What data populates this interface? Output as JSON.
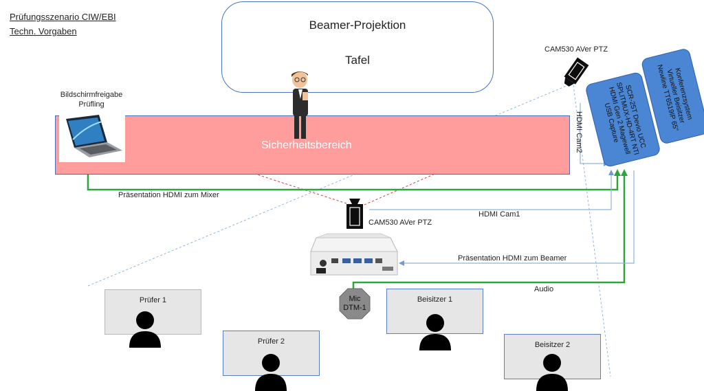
{
  "header": {
    "line1": "Prüfungsszenario CIW/EBI",
    "line2": "Techn. Vorgaben"
  },
  "projection": {
    "title": "Beamer-Projektion",
    "subtitle": "Tafel"
  },
  "security_zone": {
    "label": "Sicherheitsbereich"
  },
  "laptop": {
    "label_line1": "Bildschirmfreigabe",
    "label_line2": "Prüfling"
  },
  "cameras": {
    "top": "CAM530 AVer PTZ",
    "center": "CAM530 AVer PTZ"
  },
  "devices": {
    "mixer_line1": "SCR-25T Devio UCC",
    "mixer_line2": "SPLITMUX-HD-4RT NTI",
    "mixer_line3": "HDMI Gen 2 Magewell",
    "mixer_line4": "USB Capture",
    "conf_line1": "Konferenzsystem",
    "conf_line2": "Virtueller Beisitzer",
    "conf_line3": "Newline TT6519IP 65\""
  },
  "connections": {
    "presentation_mixer": "Präsentation HDMI zum Mixer",
    "hdmi_cam1": "HDMI Cam1",
    "hdmi_cam2": "HDMI Cam2",
    "presentation_beamer": "Präsentation HDMI zum Beamer",
    "audio": "Audio"
  },
  "mic": {
    "line1": "Mic",
    "line2": "DTM-1"
  },
  "seats": {
    "pruefer1": "Prüfer 1",
    "pruefer2": "Prüfer 2",
    "beisitzer1": "Beisitzer 1",
    "beisitzer2": "Beisitzer 2"
  },
  "colors": {
    "security_fill": "#ff9c9c",
    "device_blue": "#4a86d4",
    "connection_green": "#2aa63a",
    "connection_blue": "#8fb2e3",
    "sightline_red": "#d43a3a"
  }
}
